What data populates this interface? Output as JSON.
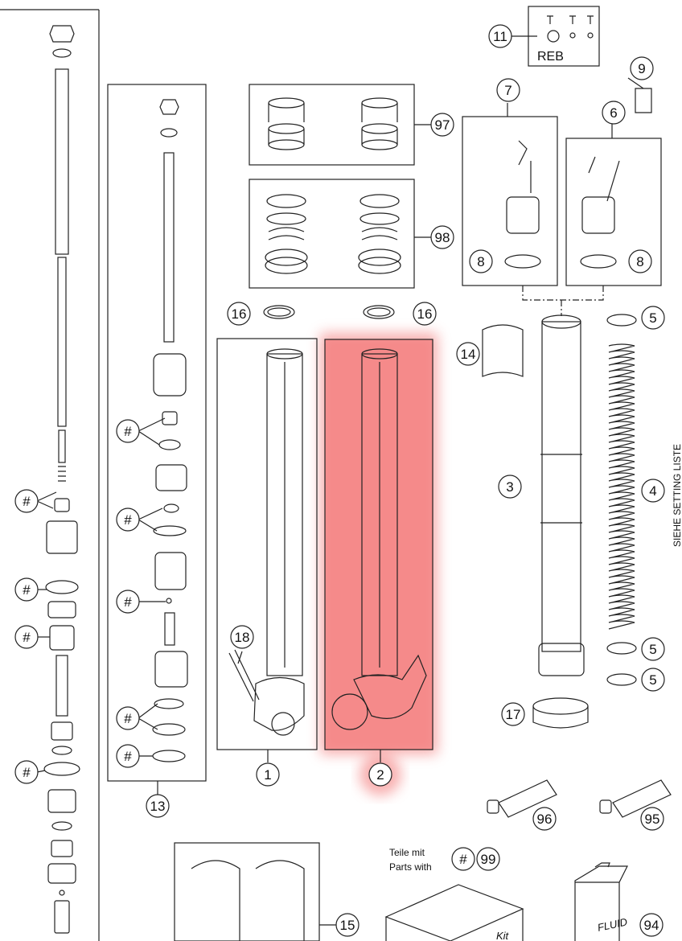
{
  "labels": {
    "p1": "1",
    "p2": "2",
    "p3": "3",
    "p4": "4",
    "p5": "5",
    "p6": "6",
    "p7": "7",
    "p8": "8",
    "p9": "9",
    "p11": "11",
    "p13": "13",
    "p14": "14",
    "p15": "15",
    "p16": "16",
    "p17": "17",
    "p18": "18",
    "p94": "94",
    "p95": "95",
    "p96": "96",
    "p97": "97",
    "p98": "98",
    "p99": "99",
    "hash": "#"
  },
  "text": {
    "reb": "REB",
    "side_note": "SIEHE SETTING LISTE",
    "parts_de": "Teile mit",
    "parts_en": "Parts with",
    "fluid": "FLUID",
    "kit": "Kit"
  },
  "colors": {
    "line": "#222222",
    "highlight": "#f26d6d"
  }
}
